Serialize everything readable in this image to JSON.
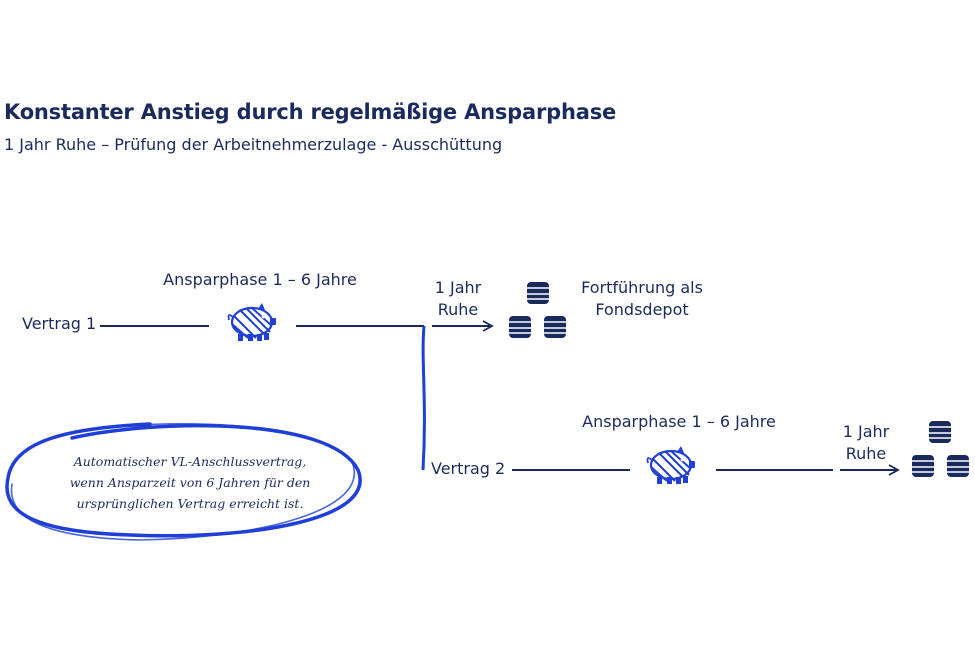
{
  "title": "Konstanter Anstieg durch regelmäßige Ansparphase",
  "subtitle": "1 Jahr Ruhe – Prüfung der Arbeitnehmerzulage - Ausschüttung",
  "contract1": {
    "label": "Vertrag 1",
    "phase": "Ansparphase 1 – 6 Jahre",
    "rest_line1": "1 Jahr",
    "rest_line2": "Ruhe",
    "continuation_line1": "Fortführung als",
    "continuation_line2": "Fondsdepot"
  },
  "contract2": {
    "label": "Vertrag 2",
    "phase": "Ansparphase 1 – 6 Jahre",
    "rest_line1": "1 Jahr",
    "rest_line2": "Ruhe"
  },
  "note": {
    "line1": "Automatischer VL-Anschlussvertrag,",
    "line2": "wenn Ansparzeit von 6 Jahren für den",
    "line3": "ursprünglichen Vertrag erreicht ist."
  },
  "colors": {
    "navy": "#1b2a5c",
    "highlight_blue": "#1f3fd6"
  },
  "icons": [
    "piggy-bank-icon",
    "coin-stack-icon"
  ]
}
